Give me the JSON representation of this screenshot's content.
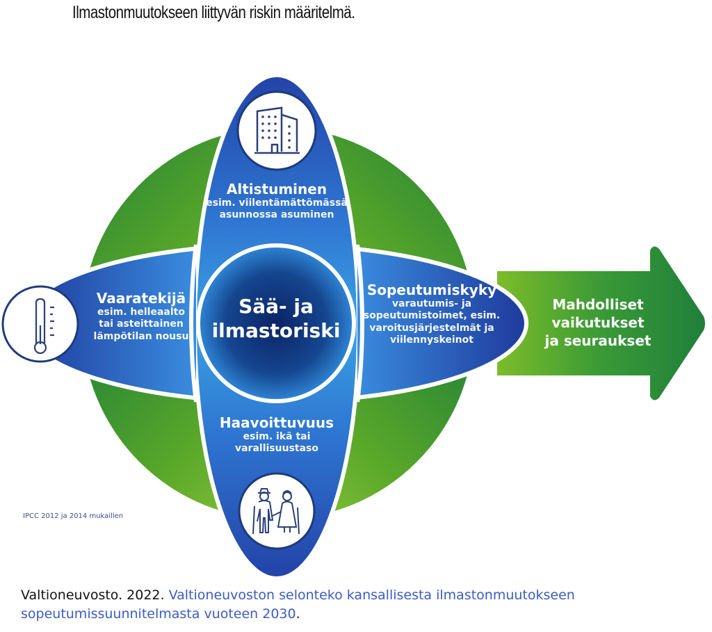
{
  "page": {
    "title": "Ilmastonmuutokseen liittyvän riskin määritelmä."
  },
  "diagram": {
    "center": {
      "line1": "Sää- ja",
      "line2": "ilmastoriski"
    },
    "top": {
      "heading": "Altistuminen",
      "line1": "esim. viilentämättömässä",
      "line2": "asunnossa asuminen",
      "icon": "building-icon"
    },
    "left": {
      "heading": "Vaaratekijä",
      "line1": "esim. helleaalto",
      "line2": "tai asteittainen",
      "line3": "lämpötilan nousu",
      "icon": "thermometer-icon"
    },
    "right": {
      "heading": "Sopeutumiskyky",
      "line1": "varautumis- ja",
      "line2": "sopeutumistoimet, esim.",
      "line3": "varoitusjärjestelmät ja",
      "line4": "viilennyskeinot"
    },
    "bottom": {
      "heading": "Haavoittuvuus",
      "line1": "esim. ikä tai",
      "line2": "varallisuustaso",
      "icon": "elderly-couple-icon"
    },
    "arrow": {
      "line1": "Mahdolliset",
      "line2": "vaikutukset",
      "line3": "ja seuraukset"
    },
    "credit": "IPCC 2012 ja 2014 mukaillen",
    "colors": {
      "green_dark": "#2a8a3c",
      "green_light": "#7cbc2a",
      "blue_dark": "#1f3f9e",
      "blue_mid": "#2e6fd0",
      "blue_light": "#3fa3e3",
      "center_dark": "#0c2a6e",
      "icon_stroke": "#2a3f78"
    }
  },
  "citation": {
    "author_year": "Valtioneuvosto. 2022.",
    "link_text": "Valtioneuvoston selonteko kansallisesta ilmastonmuutokseen sopeutumissuunnitelmasta vuoteen 2030",
    "trailing": "."
  }
}
